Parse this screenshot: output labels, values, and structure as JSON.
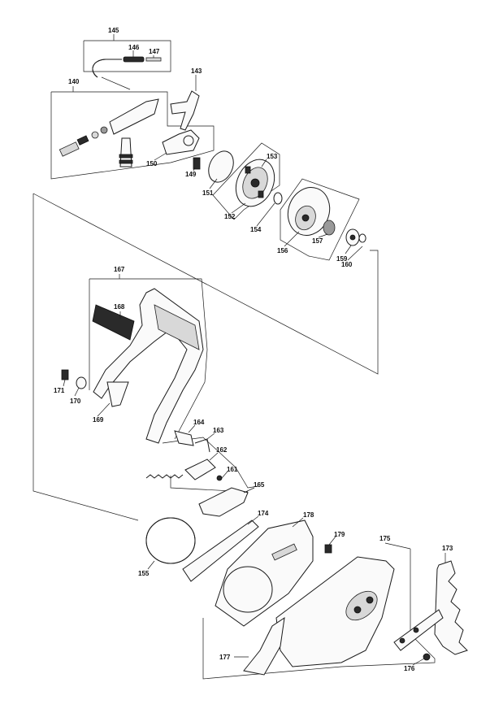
{
  "diagram": {
    "labels": {
      "p140": "140",
      "p143": "143",
      "p145": "145",
      "p146": "146",
      "p147": "147",
      "p149": "149",
      "p150": "150",
      "p151": "151",
      "p152": "152",
      "p153": "153",
      "p154": "154",
      "p156": "156",
      "p157": "157",
      "p159": "159",
      "p160": "160",
      "p161": "161",
      "p162": "162",
      "p163": "163",
      "p164": "164",
      "p165": "165",
      "p167": "167",
      "p168": "168",
      "p169": "169",
      "p170": "170",
      "p171": "171",
      "p173": "173",
      "p174": "174",
      "p175": "175",
      "p176": "176",
      "p177": "177",
      "p178": "178",
      "p179": "179",
      "p155": "155"
    }
  }
}
